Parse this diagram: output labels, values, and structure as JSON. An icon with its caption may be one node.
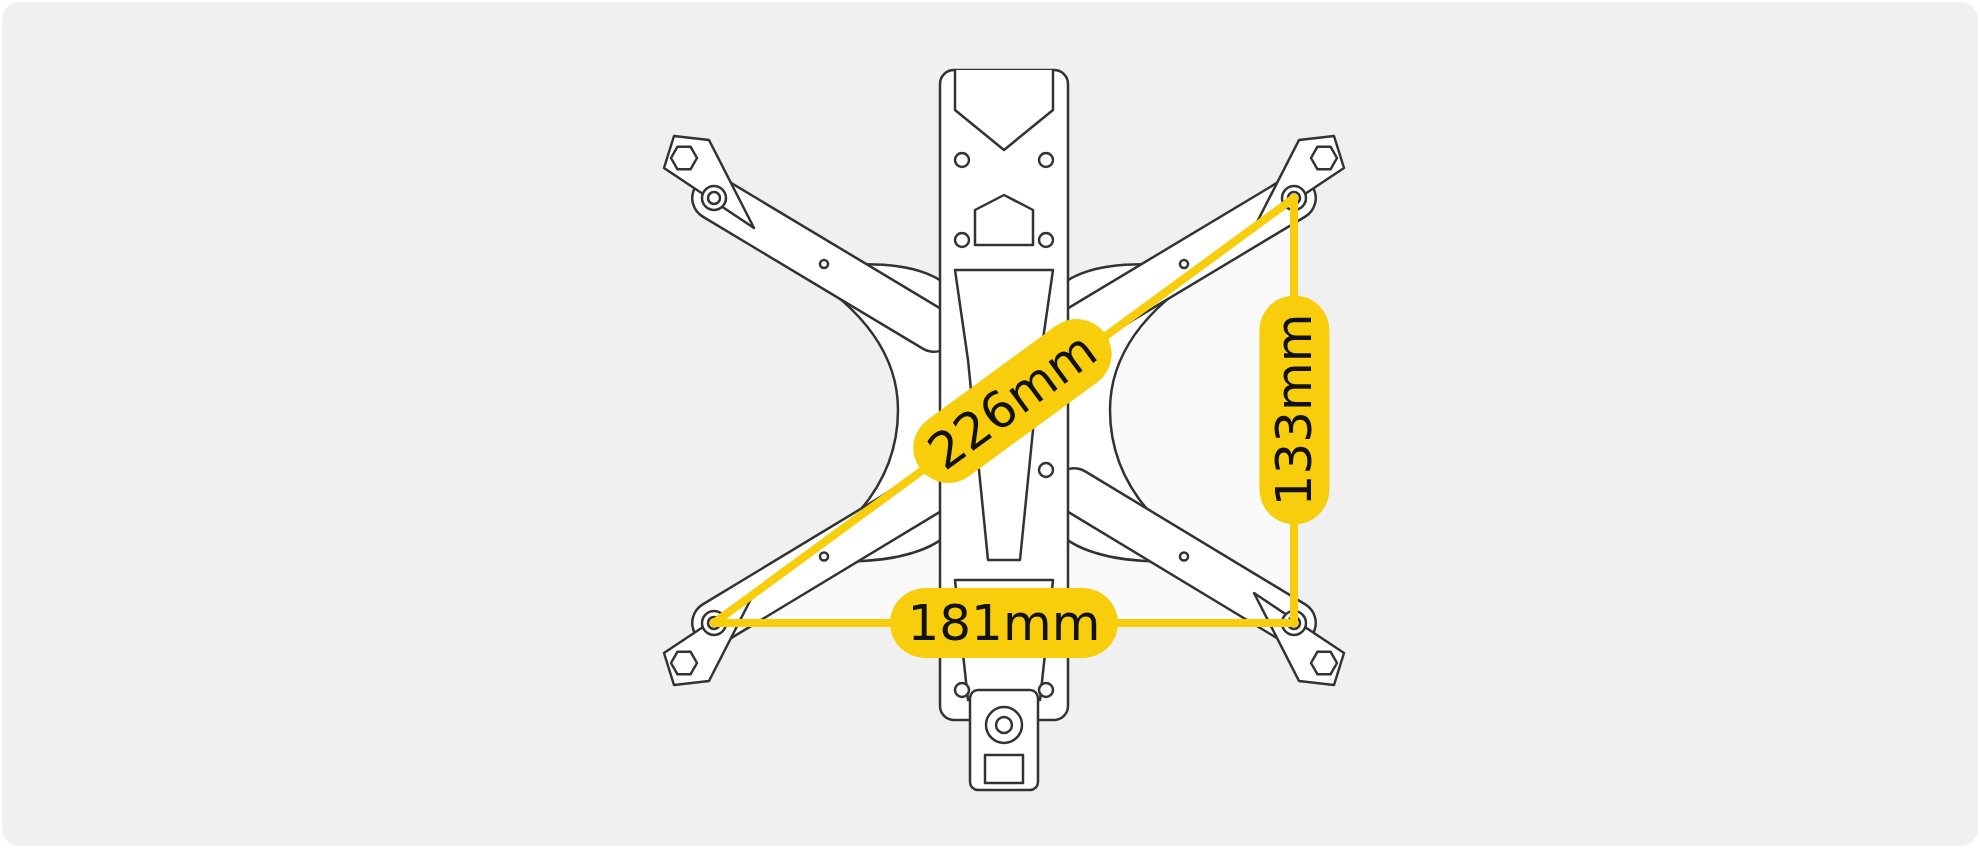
{
  "diagram": {
    "labels": [
      "226mm",
      "133mm",
      "181mm"
    ]
  }
}
